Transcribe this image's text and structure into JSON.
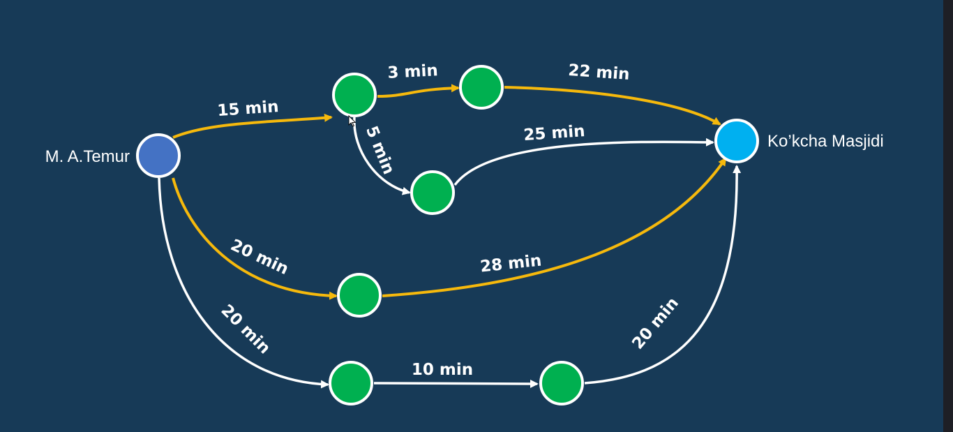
{
  "colors": {
    "background": "#173a57",
    "highlight_path": "#f6b90c",
    "normal_path": "#ffffff",
    "start_node": "#4472c4",
    "end_node": "#00b0f0",
    "intermediate_node": "#00b050"
  },
  "nodes": {
    "start": {
      "label": "M. A.Temur"
    },
    "end": {
      "label": "Ko’kcha Masjidi"
    }
  },
  "edges": {
    "start_to_a": "15 min",
    "a_to_b": "3 min",
    "b_to_end": "22 min",
    "a_to_c": "5 min",
    "c_to_end": "25 min",
    "start_to_d": "20 min",
    "d_to_end": "28 min",
    "start_to_e": "20 min",
    "e_to_f": "10 min",
    "f_to_end": "20 min"
  },
  "icons": {
    "cursor": "mouse-pointer-icon"
  }
}
